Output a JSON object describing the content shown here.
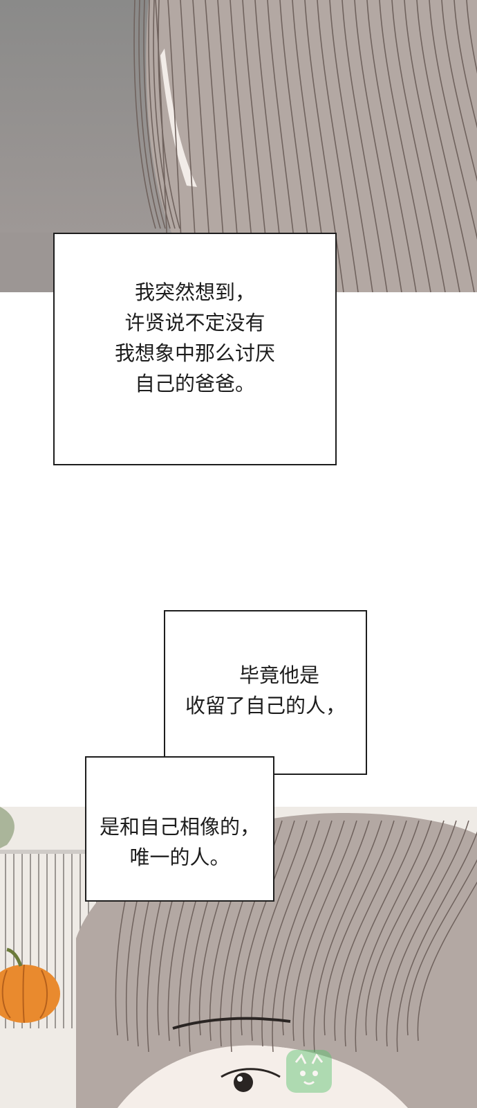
{
  "captions": [
    {
      "lines": [
        "我突然想到，",
        "许贤说不定没有",
        "我想象中那么讨厌",
        "自己的爸爸。"
      ]
    },
    {
      "lines": [
        "毕竟他是",
        "收留了自己的人，"
      ]
    },
    {
      "lines": [
        "是和自己相像的，",
        "唯一的人。"
      ]
    }
  ],
  "watermark": {
    "text": "",
    "sub": ""
  },
  "colors": {
    "hair": "#b3a8a3",
    "hair_line": "#6f625d",
    "window": "#8d8b8a",
    "skin": "#f5eee9",
    "pumpkin": "#e98a2e",
    "watermark": "#59c36e"
  }
}
